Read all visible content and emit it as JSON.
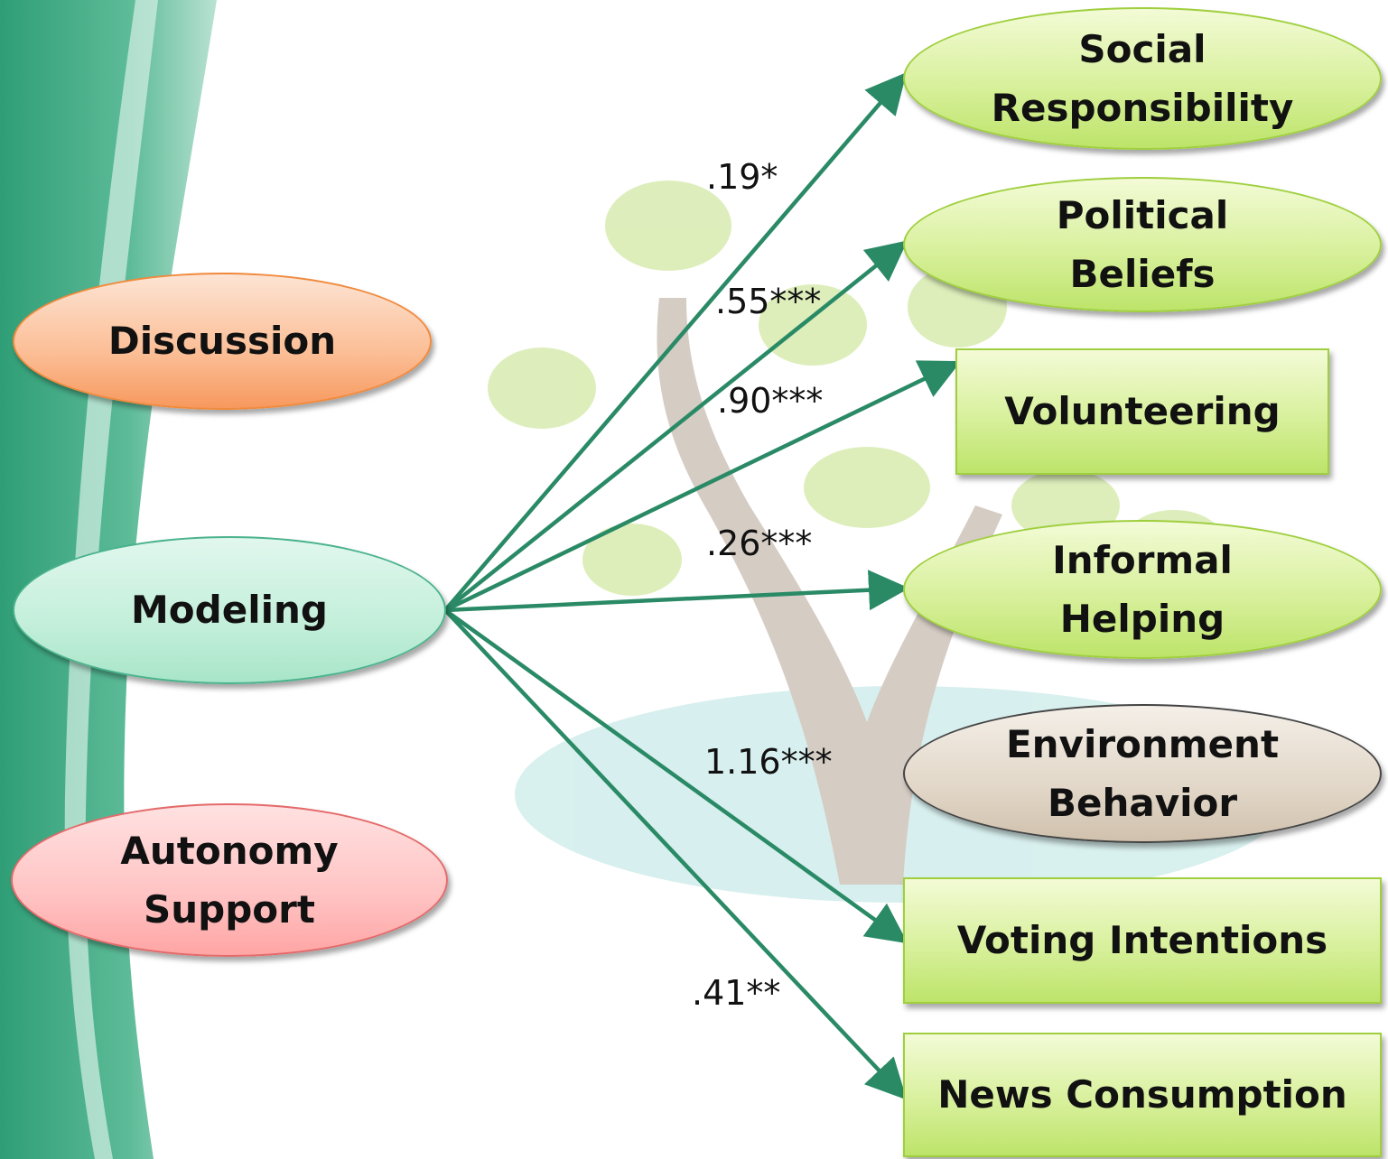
{
  "sources": {
    "discussion": "Discussion",
    "modeling": "Modeling",
    "autonomy_line1": "Autonomy",
    "autonomy_line2": "Support"
  },
  "outcomes": {
    "social_line1": "Social",
    "social_line2": "Responsibility",
    "political_line1": "Political",
    "political_line2": "Beliefs",
    "volunteering": "Volunteering",
    "informal_line1": "Informal",
    "informal_line2": "Helping",
    "environment_line1": "Environment",
    "environment_line2": "Behavior",
    "voting": "Voting Intentions",
    "news": "News Consumption"
  },
  "paths": [
    {
      "from": "Modeling",
      "to": "Social Responsibility",
      "coefficient": ".19*"
    },
    {
      "from": "Modeling",
      "to": "Political Beliefs",
      "coefficient": ".55***"
    },
    {
      "from": "Modeling",
      "to": "Volunteering",
      "coefficient": ".90***"
    },
    {
      "from": "Modeling",
      "to": "Informal Helping",
      "coefficient": ".26***"
    },
    {
      "from": "Modeling",
      "to": "Voting Intentions",
      "coefficient": "1.16***"
    },
    {
      "from": "Modeling",
      "to": "News Consumption",
      "coefficient": ".41**"
    }
  ],
  "colors": {
    "arrow": "#2a8a66",
    "left_band": "#3aa882",
    "outcome_green": "#d8f09c",
    "discussion": "#fbbd94",
    "modeling": "#c3efda",
    "autonomy": "#ffc3c3",
    "environment": "#e2d7c8"
  }
}
